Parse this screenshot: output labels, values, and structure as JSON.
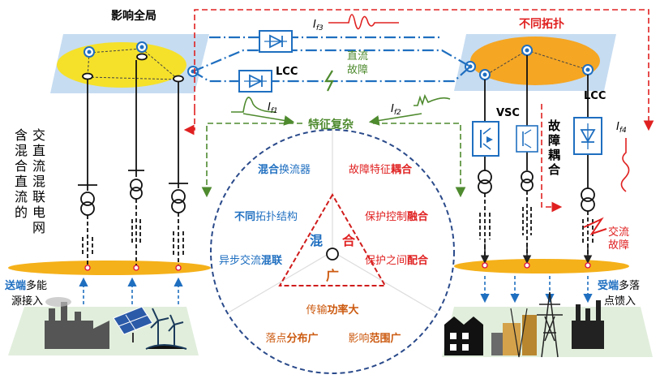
{
  "top": {
    "global_impact": "影响全局",
    "different_topology": "不同拓扑",
    "feature_complex": "特征复杂"
  },
  "converters": {
    "lcc_left": "LCC",
    "lcc_right": "LCC",
    "vsc": "VSC"
  },
  "currents": {
    "f1_main": "I",
    "f1_sub": "f1",
    "f2_main": "I",
    "f2_sub": "f2",
    "f3_main": "I",
    "f3_sub": "f3",
    "f4_main": "I",
    "f4_sub": "f4"
  },
  "faults": {
    "dc_fault_line1": "直流",
    "dc_fault_line2": "故障",
    "fault_coupling_chars": [
      "故",
      "障",
      "耦",
      "合"
    ],
    "ac_fault_line1": "交流",
    "ac_fault_line2": "故障"
  },
  "left_vertical_title": {
    "col1": "交直流混联电网",
    "col2": "含混合直流的"
  },
  "circle": {
    "left": [
      {
        "pre": "",
        "bold": "混合",
        "post": "换流器"
      },
      {
        "pre": "",
        "bold": "不同",
        "post": "拓扑结构"
      },
      {
        "pre": "异步交流",
        "bold": "混联",
        "post": ""
      }
    ],
    "right": [
      {
        "pre": "故障特征",
        "bold": "耦合",
        "post": ""
      },
      {
        "pre": "保护控制",
        "bold": "融合",
        "post": ""
      },
      {
        "pre": "保护之间",
        "bold": "配合",
        "post": ""
      }
    ],
    "bottom": [
      {
        "pre": "传输",
        "bold": "功率大",
        "post": ""
      },
      {
        "pre": "落点",
        "bold": "分布广",
        "post": ""
      },
      {
        "pre": "影响",
        "bold": "范围广",
        "post": ""
      }
    ],
    "triangle": {
      "hun": "混",
      "he": "合",
      "guang": "广"
    }
  },
  "bottom": {
    "send_bold": "送端",
    "send_rest1": "多能",
    "send_rest2": "源接入",
    "recv_bold": "受端",
    "recv_rest1": "多落",
    "recv_rest2": "点馈入"
  },
  "colors": {
    "blue": "#1f6fc0",
    "red": "#e02020",
    "green": "#4e8a2e",
    "orange": "#cc5a10",
    "dark_blue": "#2a4a8a",
    "yellow": "#f5e12a",
    "orange_ellipse": "#f5a623"
  }
}
